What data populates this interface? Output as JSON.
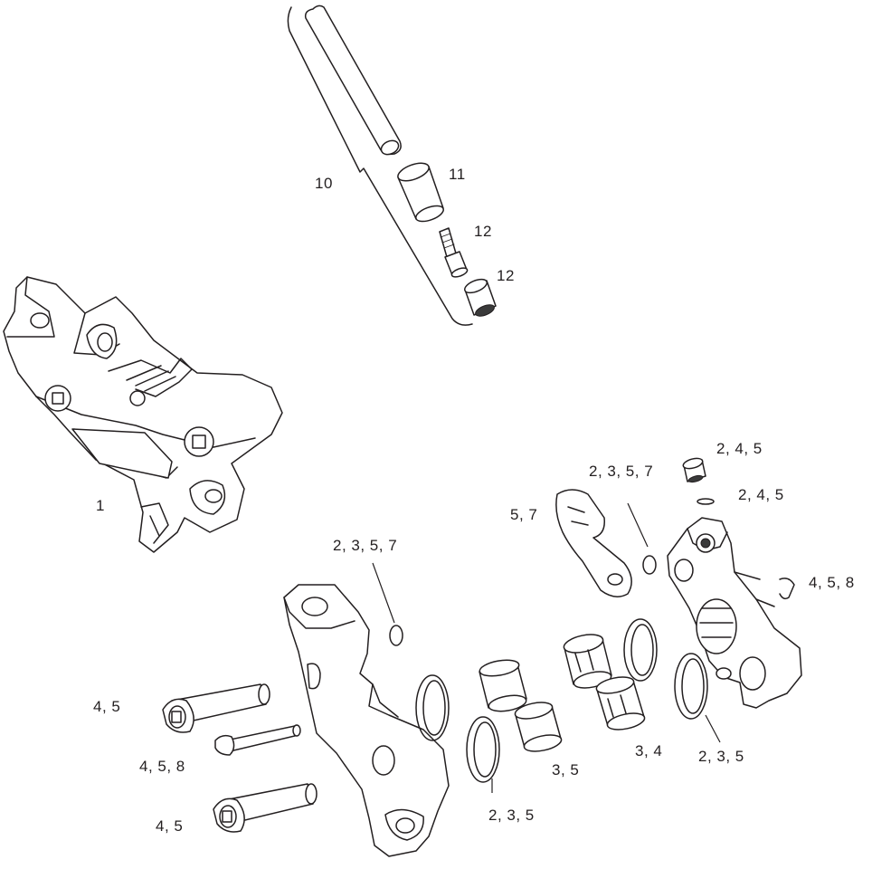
{
  "callouts": {
    "c10": "10",
    "c11": "11",
    "c12a": "12",
    "c12b": "12",
    "c1": "1",
    "c245a": "2, 4, 5",
    "c2357a": "2, 3, 5, 7",
    "c245b": "2, 4, 5",
    "c57": "5, 7",
    "c458a": "4, 5, 8",
    "c2357b": "2, 3, 5, 7",
    "c45a": "4, 5",
    "c458b": "4, 5, 8",
    "c45b": "4, 5",
    "c235a": "2, 3, 5",
    "c35": "3, 5",
    "c34": "3, 4",
    "c235b": "2, 3, 5"
  },
  "colors": {
    "line": "#231f20",
    "background": "#ffffff",
    "shade": "#6d6e71"
  }
}
